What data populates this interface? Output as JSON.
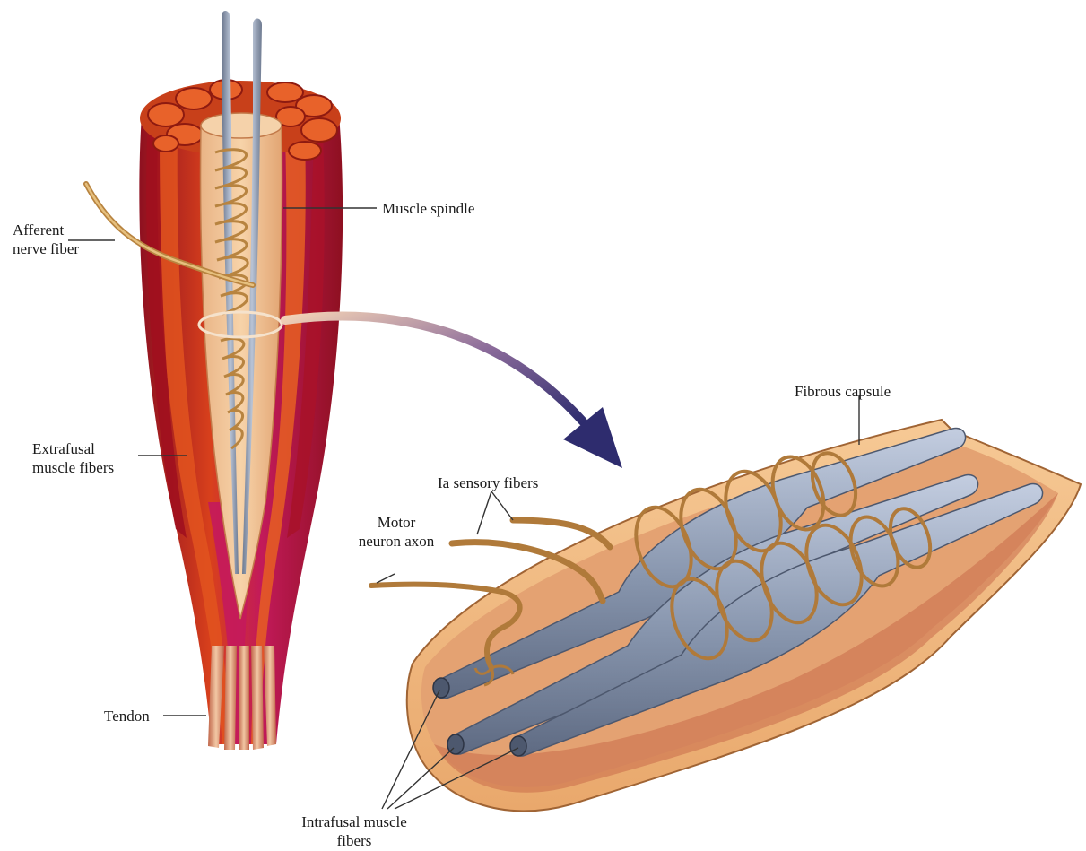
{
  "labels": {
    "muscle_spindle": "Muscle spindle",
    "afferent_line1": "Afferent",
    "afferent_line2": "nerve fiber",
    "extrafusal_line1": "Extrafusal",
    "extrafusal_line2": "muscle fibers",
    "tendon": "Tendon",
    "fibrous_capsule": "Fibrous capsule",
    "ia_sensory": "Ia sensory fibers",
    "motor_line1": "Motor",
    "motor_line2": "neuron axon",
    "intrafusal_line1": "Intrafusal muscle",
    "intrafusal_line2": "fibers"
  },
  "colors": {
    "muscle_dark": "#8e1020",
    "muscle_red": "#c2281e",
    "muscle_orange": "#e0551c",
    "muscle_magenta": "#c21a5a",
    "capsule_tan": "#f2c08a",
    "capsule_inner": "#e8b07a",
    "fiber_steel": "#8d98ac",
    "fiber_light": "#b8c4d6",
    "nerve_gold": "#c8974a",
    "arrow_navy": "#2e2c6e",
    "leader_line": "#333333"
  },
  "icons": {
    "zoom_arrow": "curved-arrow-icon"
  }
}
